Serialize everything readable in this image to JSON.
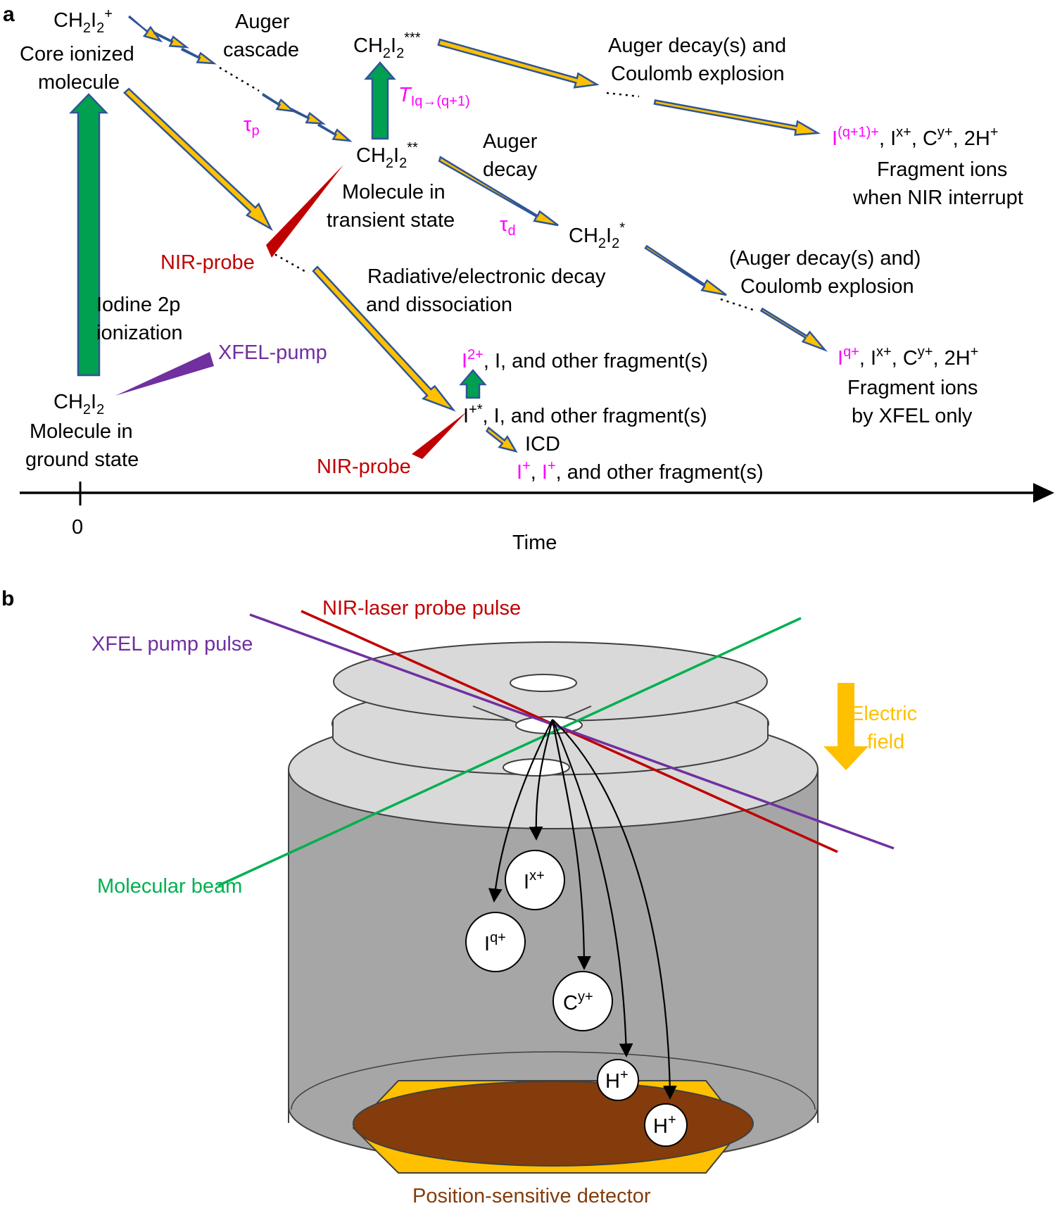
{
  "panel_a": {
    "label": "a",
    "ground": {
      "formula": "CH2I2",
      "caption_1": "Molecule in",
      "caption_2": "ground state"
    },
    "core": {
      "formula": "CH2I2+",
      "caption_1": "Core ionized",
      "caption_2": "molecule"
    },
    "ionization": {
      "line1": "Iodine 2p",
      "line2": "ionization"
    },
    "xfel_pump": "XFEL-pump",
    "auger_cascade": {
      "line1": "Auger",
      "line2": "cascade"
    },
    "tau_p": "τp",
    "transient": {
      "formula": "CH2I2**",
      "caption_1": "Molecule in",
      "caption_2": "transient state"
    },
    "triple": {
      "formula": "CH2I2***"
    },
    "t_label": "TIq→(q+1)",
    "auger_coulomb": {
      "line1": "Auger decay(s) and",
      "line2": "Coulomb explosion"
    },
    "products_nir": {
      "line1": "I(q+1)+, Ix+, Cy+, 2H+",
      "line2": "Fragment ions",
      "line3": "when NIR interrupt"
    },
    "auger_decay": {
      "line1": "Auger",
      "line2": "decay"
    },
    "tau_d": "τd",
    "single": {
      "formula": "CH2I2*"
    },
    "auger_opt": {
      "line1": "(Auger decay(s) and)",
      "line2": "Coulomb explosion"
    },
    "products_xfel": {
      "line1": "Iq+, Ix+, Cy+, 2H+",
      "line2": "Fragment ions",
      "line3": "by XFEL only"
    },
    "nir_probe_1": "NIR-probe",
    "radiative": {
      "line1": "Radiative/electronic decay",
      "line2": "and dissociation"
    },
    "i2_products": "I2+, I, and other fragment(s)",
    "istar_products": "I+*, I, and other fragment(s)",
    "nir_probe_2": "NIR-probe",
    "icd": "ICD",
    "icd_products": "I+, I+, and other fragment(s)",
    "axis_zero": "0",
    "axis_label": "Time"
  },
  "panel_b": {
    "label": "b",
    "nir_pulse": "NIR-laser probe pulse",
    "xfel_pulse": "XFEL pump pulse",
    "electric_field": {
      "line1": "Electric",
      "line2": "field"
    },
    "molecular_beam": "Molecular beam",
    "ions": [
      "Ix+",
      "Iq+",
      "Cy+",
      "H+",
      "H+"
    ],
    "detector": "Position-sensitive detector"
  },
  "colors": {
    "arrow_fill": "#ffc000",
    "arrow_outline": "#2f5597",
    "ionization_arrow": "#00a050",
    "nir": "#c00000",
    "xfel": "#7030a0",
    "highlight": "#ff00ff",
    "beam": "#00b050",
    "detector": "#843c0c"
  }
}
